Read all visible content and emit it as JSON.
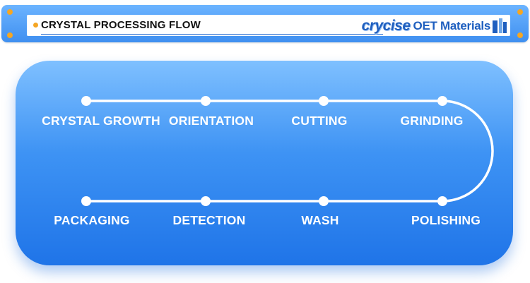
{
  "header": {
    "title": "CRYSTAL PROCESSING FLOW",
    "logo_brand": "crycise",
    "logo_text": "OET Materials",
    "accent_color": "#f5a623",
    "bar_color": "#4a9af5"
  },
  "flow": {
    "top_row": [
      "CRYSTAL GROWTH",
      "ORIENTATION",
      "CUTTING",
      "GRINDING"
    ],
    "bottom_row": [
      "PACKAGING",
      "DETECTION",
      "WASH",
      "POLISHING"
    ],
    "panel_color": "#2f86ef",
    "line_color": "#ffffff"
  }
}
